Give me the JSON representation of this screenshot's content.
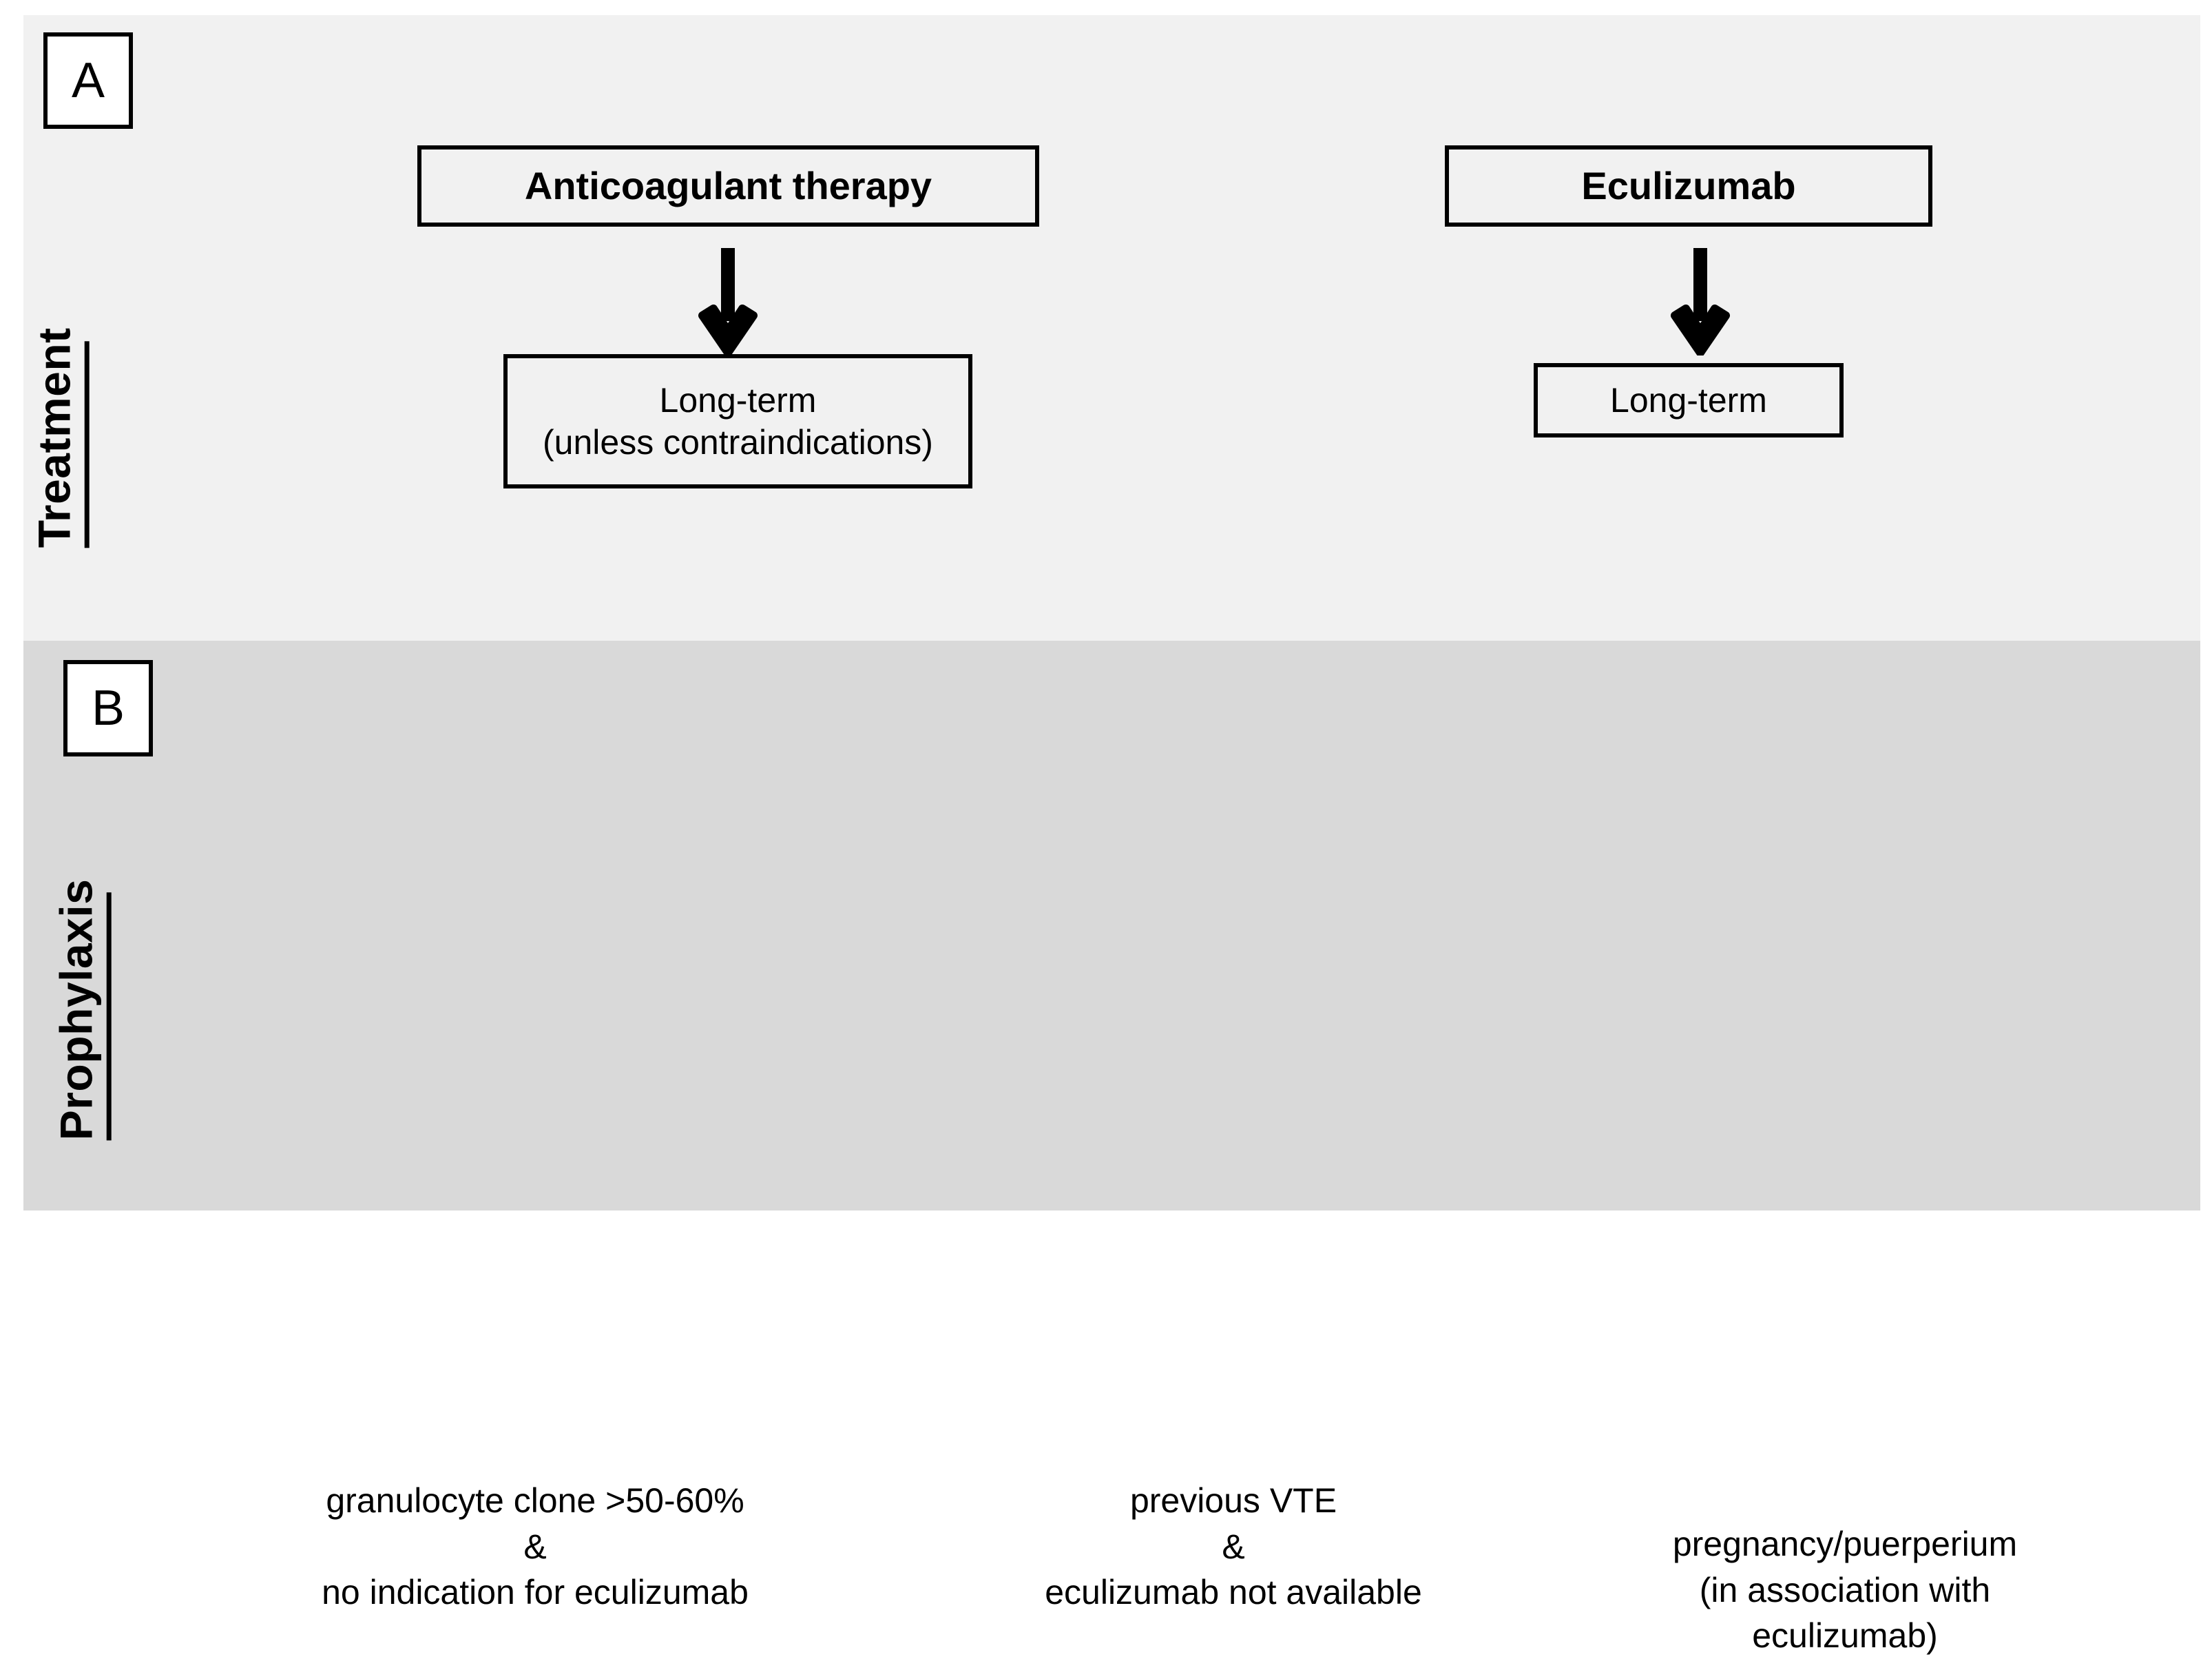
{
  "figure": {
    "background": "#ffffff",
    "panels": [
      {
        "id": "A",
        "badge_label": "A",
        "row_label": "Treatment",
        "background": "#f1f1f1"
      },
      {
        "id": "B",
        "badge_label": "B",
        "row_label": "Prophylaxis",
        "background": "#d9d9d9"
      }
    ]
  },
  "treatment": {
    "columns": [
      {
        "header": "Anticoagulant therapy",
        "arrow": "down-arrow",
        "detail": "Long-term\n(unless contraindications)"
      },
      {
        "header": "Eculizumab",
        "arrow": "down-arrow",
        "detail": "Long-term"
      }
    ]
  },
  "prophylaxis": {
    "indications": [
      "granulocyte clone >50-60%\n&\nno indication for eculizumab",
      "previous VTE\n&\neculizumab not available",
      "pregnancy/puerperium\n(in association with\neculizumab)"
    ]
  },
  "colors": {
    "stroke": "#000000",
    "panel_a_bg": "#f1f1f1",
    "panel_b_bg": "#d9d9d9",
    "badge_bg": "#ffffff"
  }
}
